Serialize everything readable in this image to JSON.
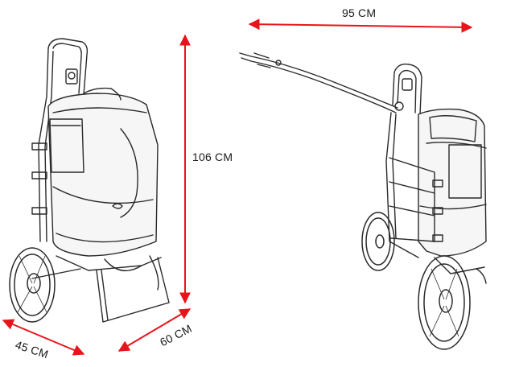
{
  "dimensions": {
    "width_label": "95 CM",
    "height_label": "106 CM",
    "depth_label": "45 CM",
    "length_label": "60 CM"
  },
  "colors": {
    "arrow": "#e8141b",
    "sketch": "#2a2a2a",
    "background": "#ffffff"
  },
  "icons": {
    "trolley_front": "pet-trolley-sketch",
    "trolley_side": "pet-trailer-sketch"
  }
}
